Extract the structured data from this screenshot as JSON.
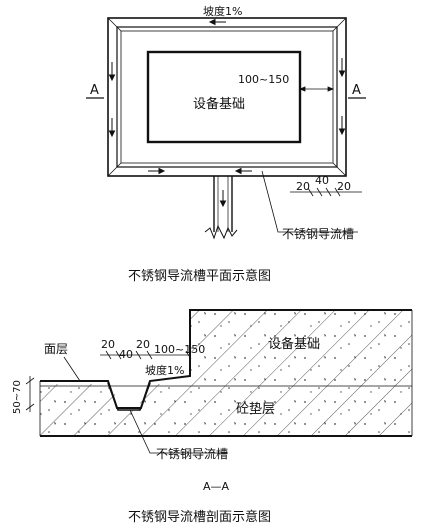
{
  "plan": {
    "slope_top": "坡度1%",
    "section_mark_left": "A",
    "section_mark_right": "A",
    "dim_offset": "100~150",
    "foundation": "设备基础",
    "dim_bottom": [
      "20",
      "40",
      "20"
    ],
    "trough_callout": "不锈钢导流槽",
    "caption": "不锈钢导流槽平面示意图"
  },
  "section": {
    "surface_layer": "面层",
    "dims_top": [
      "20",
      "40",
      "20"
    ],
    "dim_offset": "100~150",
    "foundation": "设备基础",
    "slope": "坡度1%",
    "depth": "50~70",
    "concrete": "砼垫层",
    "trough_callout": "不锈钢导流槽",
    "section_id": "A—A",
    "caption": "不锈钢导流槽剖面示意图"
  }
}
